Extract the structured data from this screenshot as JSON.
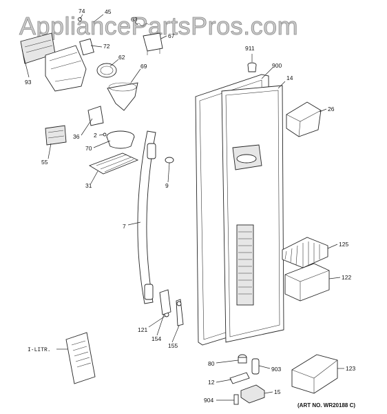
{
  "watermark": "AppliancePartsPros.com",
  "art_number": "(ART NO. WR20188 C)",
  "manual_label": "I-LITR.",
  "parts": {
    "p74": "74",
    "p45": "45",
    "p63": "63",
    "p67": "67",
    "p72": "72",
    "p62": "62",
    "p93": "93",
    "p69": "69",
    "p36": "36",
    "p2": "2",
    "p70": "70",
    "p55": "55",
    "p31": "31",
    "p9": "9",
    "p7": "7",
    "p911": "911",
    "p900": "900",
    "p14": "14",
    "p26": "26",
    "p125": "125",
    "p122": "122",
    "p121": "121",
    "p154": "154",
    "p155": "155",
    "p80": "80",
    "p903": "903",
    "p12": "12",
    "p15": "15",
    "p904": "904",
    "p123": "123"
  }
}
